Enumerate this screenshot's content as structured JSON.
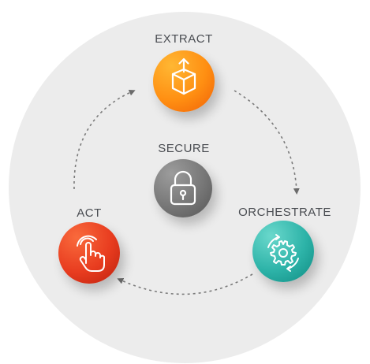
{
  "diagram": {
    "center": {
      "label": "SECURE",
      "icon": "padlock-icon",
      "color_light": "#8c8c8c",
      "color_dark": "#5c5c5c"
    },
    "nodes": [
      {
        "key": "extract",
        "label": "EXTRACT",
        "icon": "box-upload-icon",
        "color_light": "#ffa31a",
        "color_dark": "#f26a08"
      },
      {
        "key": "orchestrate",
        "label": "ORCHESTRATE",
        "icon": "gear-cycle-icon",
        "color_light": "#57d0c4",
        "color_dark": "#13958c"
      },
      {
        "key": "act",
        "label": "ACT",
        "icon": "tap-hand-icon",
        "color_light": "#f4552c",
        "color_dark": "#c1230f"
      }
    ],
    "background_disc_color": "#ececec"
  }
}
